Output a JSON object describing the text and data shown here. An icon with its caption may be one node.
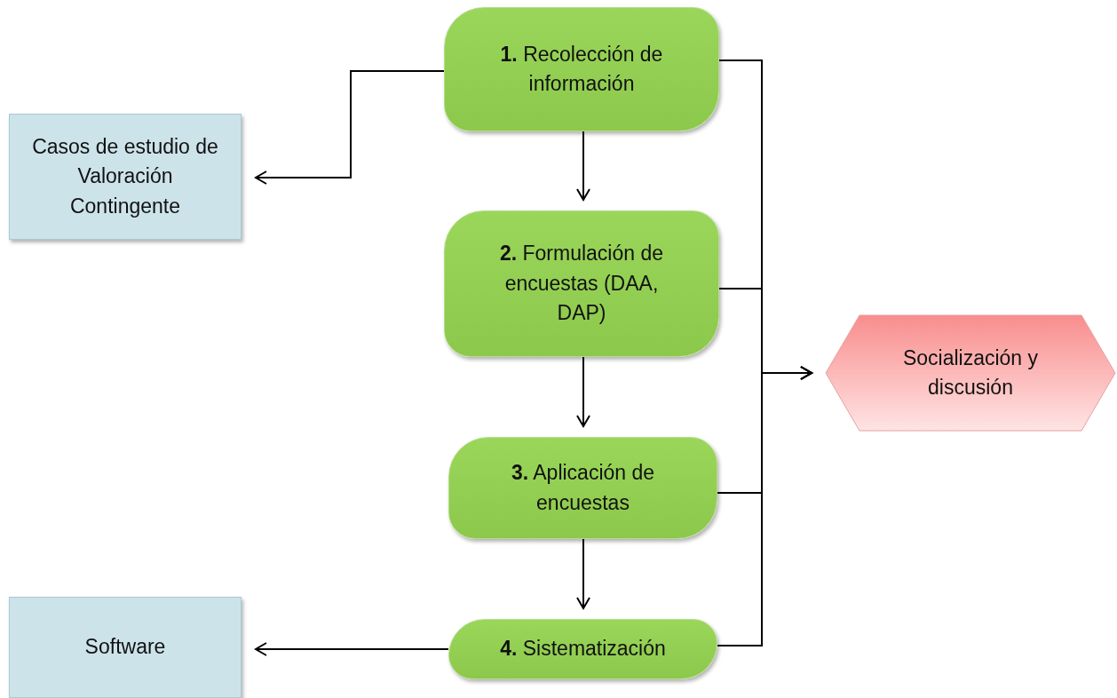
{
  "diagram": {
    "nodes": [
      {
        "text": [
          "**1.** Recolección de información"
        ]
      },
      {
        "text": [
          "Casos de estudio de Valoración Contingente"
        ]
      },
      {
        "text": [
          "**2.** Formulación de encuestas (DAA, DAP)"
        ]
      },
      {
        "text": [
          "Socialización y discusión"
        ]
      },
      {
        "text": [
          "**3.** Aplicación de encuestas"
        ]
      },
      {
        "text": [
          "Software"
        ]
      },
      {
        "text": [
          "**4.** Sistematización"
        ]
      }
    ],
    "edges": [
      {
        "from": 0,
        "to": 1,
        "arrow": "to"
      },
      {
        "from": 0,
        "to": 2,
        "arrow": "to"
      },
      {
        "from": 2,
        "to": 4,
        "arrow": "to"
      },
      {
        "from": 4,
        "to": 6,
        "arrow": "to"
      },
      {
        "from": 6,
        "to": 5,
        "arrow": "to"
      },
      {
        "from": 0,
        "to": 3,
        "arrow": "to"
      },
      {
        "from": 2,
        "to": 3,
        "arrow": "to"
      },
      {
        "from": 4,
        "to": 3,
        "arrow": "to"
      },
      {
        "from": 6,
        "to": 3,
        "arrow": "to"
      }
    ]
  }
}
